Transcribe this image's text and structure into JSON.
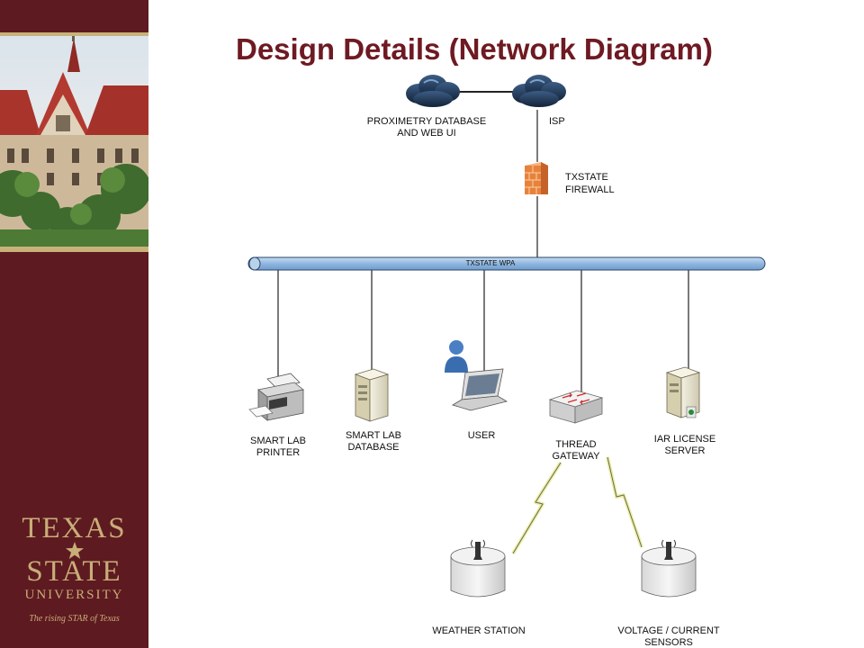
{
  "title": "Design Details (Network Diagram)",
  "logo": {
    "line1": "TEXAS",
    "line2": "STATE",
    "line3": "UNIVERSITY",
    "tagline": "The rising STAR of Texas"
  },
  "diagram": {
    "nodes": {
      "proximetry": [
        "PROXIMETRY DATABASE",
        "AND WEB UI"
      ],
      "isp": [
        "ISP"
      ],
      "firewall": [
        "TXSTATE",
        "FIREWALL"
      ],
      "bus": "TXSTATE WPA",
      "printer": [
        "SMART LAB",
        "PRINTER"
      ],
      "database": [
        "SMART LAB",
        "DATABASE"
      ],
      "user": [
        "USER"
      ],
      "gateway": [
        "THREAD",
        "GATEWAY"
      ],
      "license": [
        "IAR LICENSE",
        "SERVER"
      ],
      "weather": [
        "WEATHER STATION"
      ],
      "sensors": [
        "VOLTAGE / CURRENT",
        "SENSORS"
      ]
    }
  },
  "colors": {
    "sidebar": "#5e1a21",
    "title": "#6e1a22",
    "gold": "#c8ae78",
    "bus": "#9cc0e4",
    "cloud": "#1e3452",
    "firewall": "#e8823a"
  }
}
